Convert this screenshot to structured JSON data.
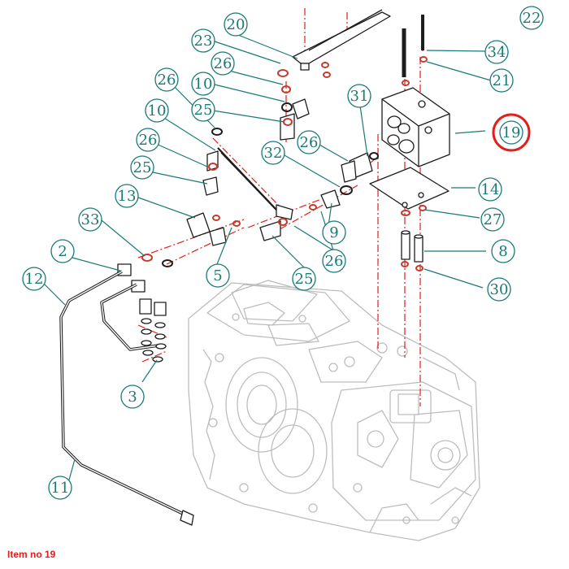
{
  "colors": {
    "callout": "#1a7a76",
    "highlight": "#e0201c",
    "part_stroke": "#1d1d1d",
    "housing": "#bdbdbd",
    "centerline": "#e0201c"
  },
  "callouts": {
    "c2": "2",
    "c3": "3",
    "c5": "5",
    "c8": "8",
    "c9": "9",
    "c10a": "10",
    "c10b": "10",
    "c11": "11",
    "c12": "12",
    "c13": "13",
    "c14": "14",
    "c19": "19",
    "c20": "20",
    "c21": "21",
    "c22": "22",
    "c23": "23",
    "c25a": "25",
    "c25b": "25",
    "c25c": "25",
    "c26a": "26",
    "c26b": "26",
    "c26c": "26",
    "c26d": "26",
    "c26e": "26",
    "c27": "27",
    "c30": "30",
    "c31": "31",
    "c32": "32",
    "c33": "33",
    "c34": "34"
  },
  "highlighted_item": "19",
  "caption": "Item no 19"
}
